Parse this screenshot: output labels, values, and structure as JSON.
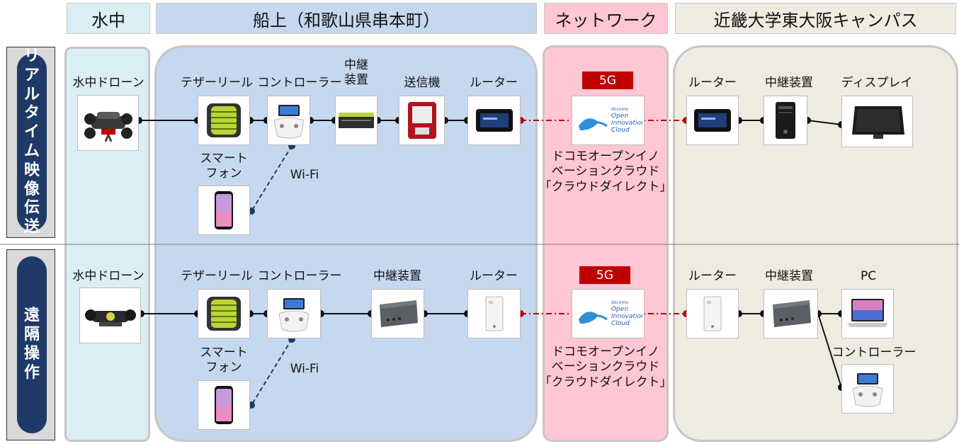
{
  "headers": {
    "underwater": "水中",
    "onboard": "船上（和歌山県串本町）",
    "network": "ネットワーク",
    "campus": "近畿大学東大阪キャンパス"
  },
  "rows": {
    "realtime": "リアルタイム映像伝送",
    "remote": "遠隔操作"
  },
  "labels": {
    "drone": "水中ドローン",
    "tether": "テザーリール",
    "controller": "コントローラー",
    "relay_two_line": "中継\n装置",
    "relay": "中継装置",
    "transmitter": "送信機",
    "router": "ルーター",
    "smartphone": "スマート\nフォン",
    "wifi": "Wi-Fi",
    "badge_5g": "5G",
    "cloud_desc": "ドコモオープンイノ\nベーションクラウド\n「クラウドダイレクト」",
    "display": "ディスプレイ",
    "pc": "PC",
    "cloud_logo": {
      "line1": "docomo",
      "line2": "Open",
      "line3": "Innovation",
      "line4": "Cloud"
    }
  },
  "colors": {
    "underwater_bg": "#dbeef4",
    "onboard_bg": "#c6d8ef",
    "network_bg": "#ffc6d3",
    "campus_bg": "#eeebe1",
    "pill": "#1f3a66",
    "badge": "#c00000",
    "link_red": "#c00000",
    "wifi_line": "#1f3a66"
  }
}
